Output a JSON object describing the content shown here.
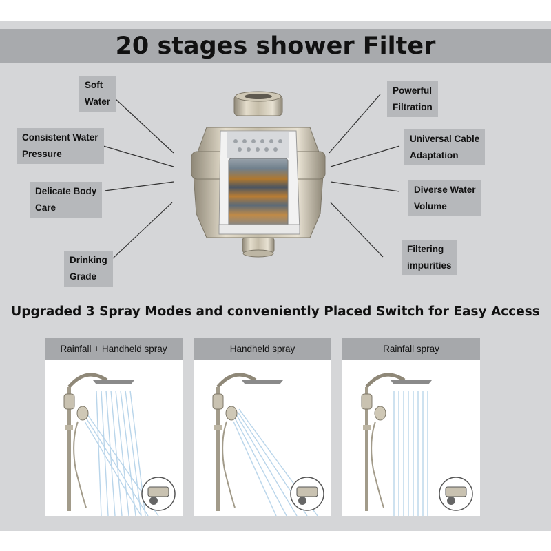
{
  "title": "20 stages shower Filter",
  "features_left": [
    {
      "line1": "Soft",
      "line2": "Water"
    },
    {
      "line1": "Consistent Water",
      "line2": "Pressure"
    },
    {
      "line1": "Delicate Body",
      "line2": "Care"
    },
    {
      "line1": "Drinking",
      "line2": "Grade"
    }
  ],
  "features_right": [
    {
      "line1": "Powerful",
      "line2": "Filtration"
    },
    {
      "line1": "Universal Cable",
      "line2": "Adaptation"
    },
    {
      "line1": "Diverse Water",
      "line2": "Volume"
    },
    {
      "line1": "Filtering",
      "line2": "impurities"
    }
  ],
  "subtitle": "Upgraded 3 Spray Modes and conveniently Placed Switch for Easy Access",
  "modes": [
    {
      "label": "Rainfall + Handheld spray"
    },
    {
      "label": "Handheld spray"
    },
    {
      "label": "Rainfall spray"
    }
  ],
  "colors": {
    "background": "#d5d6d8",
    "title_band": "#a8aaad",
    "label_box": "#b6b8bb",
    "metal": "#c9c2b1",
    "water": "#a8cbe6"
  }
}
